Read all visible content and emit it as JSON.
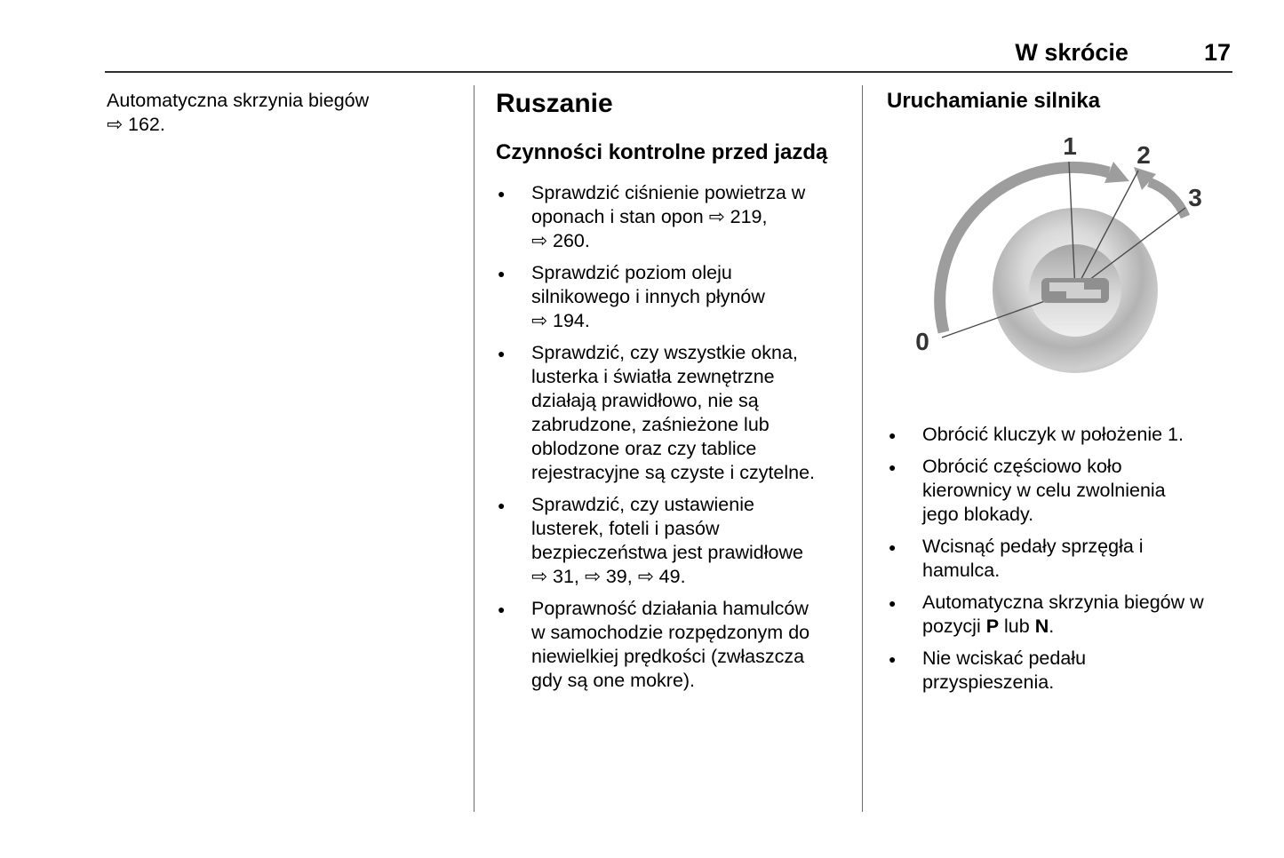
{
  "header": {
    "section_title": "W skrócie",
    "page_number": "17"
  },
  "left_column": {
    "text": "Automatyczna skrzynia biegów\n⇨ 162."
  },
  "middle_column": {
    "heading": "Ruszanie",
    "subheading": "Czynności kontrolne przed jazdą",
    "bullets": [
      "Sprawdzić ciśnienie powietrza w\noponach i stan opon ⇨ 219,\n⇨ 260.",
      "Sprawdzić poziom oleju\nsilnikowego i innych płynów\n⇨ 194.",
      "Sprawdzić, czy wszystkie okna,\nlusterka i światła zewnętrzne\ndziałają prawidłowo, nie są\nzabrudzone, zaśnieżone lub\noblodzone oraz czy tablice\nrejestracyjne są czyste i czytelne.",
      "Sprawdzić, czy ustawienie\nlusterek, foteli i pasów\nbezpieczeństwa jest prawidłowe\n⇨ 31, ⇨ 39, ⇨ 49.",
      "Poprawność działania hamulców\nw samochodzie rozpędzonym do\nniewielkiej prędkości (zwłaszcza\ngdy są one mokre)."
    ]
  },
  "right_column": {
    "heading": "Uruchamianie silnika",
    "figure": {
      "labels": [
        "0",
        "1",
        "2",
        "3"
      ]
    },
    "bullets": [
      "Obrócić kluczyk w położenie 1.",
      "Obrócić częściowo koło\nkierownicy w celu zwolnienia\njego blokady.",
      "Wcisnąć pedały sprzęgła i\nhamulca.",
      "Automatyczna skrzynia biegów w\npozycji **P** lub **N**.",
      "Nie wciskać pedału\nprzyspieszenia."
    ]
  }
}
